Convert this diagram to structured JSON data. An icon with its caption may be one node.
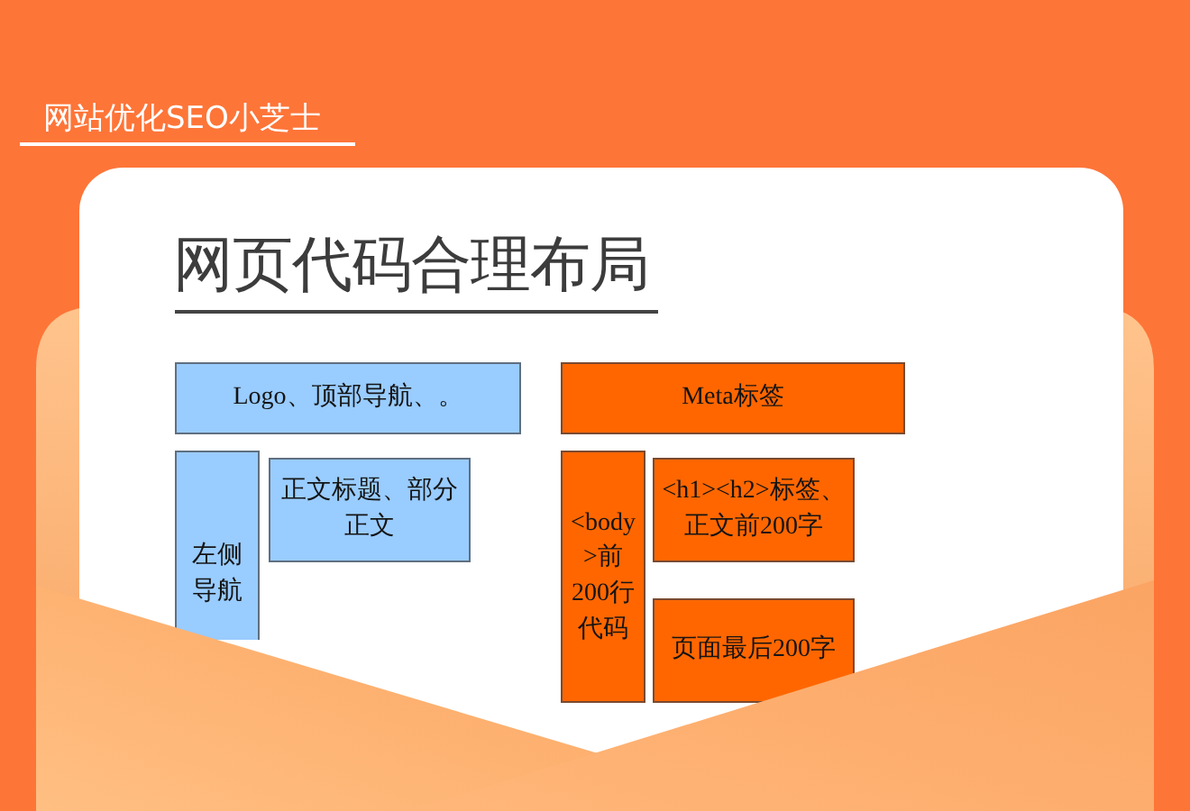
{
  "diagram": {
    "title": "网页代码合理布局",
    "nodes": [
      {
        "text": [
          "Logo、顶部导航、。"
        ]
      },
      {
        "text": [
          "左侧导航"
        ]
      },
      {
        "text": [
          "正文标题、部分正文"
        ]
      },
      {
        "text": [
          "Meta标签"
        ]
      },
      {
        "text": [
          "<body>前200行代码"
        ]
      },
      {
        "text": [
          "<h1><h2>标签、正文前200字"
        ]
      },
      {
        "text": [
          "页面最后200字"
        ]
      }
    ],
    "labels": [
      "网站优化SEO小芝士"
    ]
  }
}
